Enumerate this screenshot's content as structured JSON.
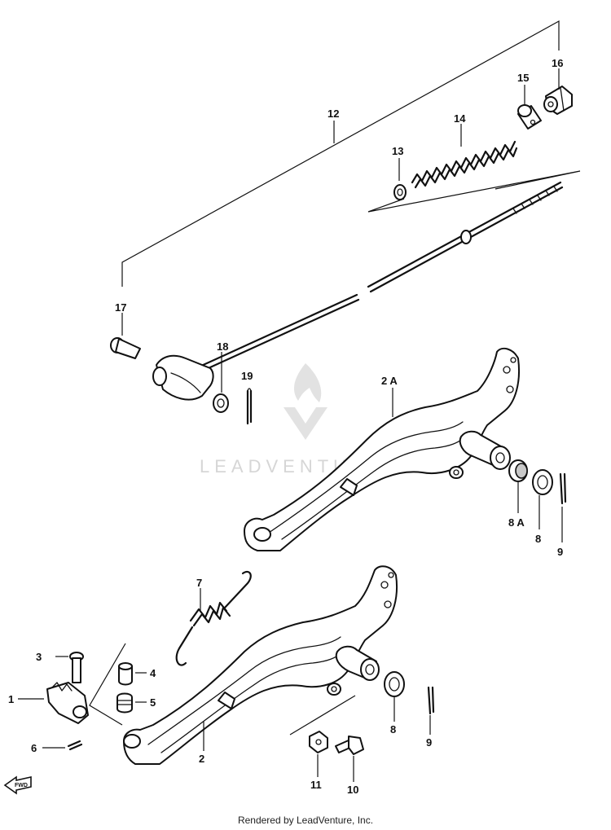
{
  "footer": "Rendered by LeadVenture, Inc.",
  "watermark": "LEADVENTURE",
  "front_marker": "FWD",
  "callouts": {
    "p1": "1",
    "p2": "2",
    "p2a": "2 A",
    "p3": "3",
    "p4": "4",
    "p5": "5",
    "p6": "6",
    "p7": "7",
    "p8": "8",
    "p8b": "8",
    "p8a": "8 A",
    "p9": "9",
    "p9b": "9",
    "p10": "10",
    "p11": "11",
    "p12": "12",
    "p13": "13",
    "p14": "14",
    "p15": "15",
    "p16": "16",
    "p17": "17",
    "p18": "18",
    "p19": "19"
  },
  "colors": {
    "line": "#111111",
    "watermark": "#d6d6d6",
    "background": "#ffffff"
  }
}
